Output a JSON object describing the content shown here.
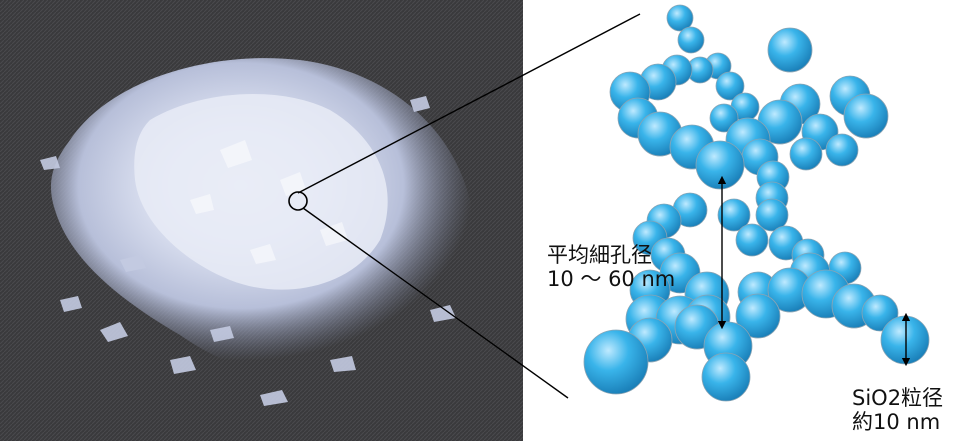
{
  "labels": {
    "pore_size_title": "平均細孔径",
    "pore_size_value": "10 ～ 60 nm",
    "particle_title": "SiO2粒径",
    "particle_value": "約10 nm"
  },
  "colors": {
    "sphere_light": "#bfeaff",
    "sphere_mid": "#39b4ea",
    "sphere_dark": "#1a7fb8",
    "photo_background": "#3b3b3d",
    "powder": "#c9d0e6"
  }
}
